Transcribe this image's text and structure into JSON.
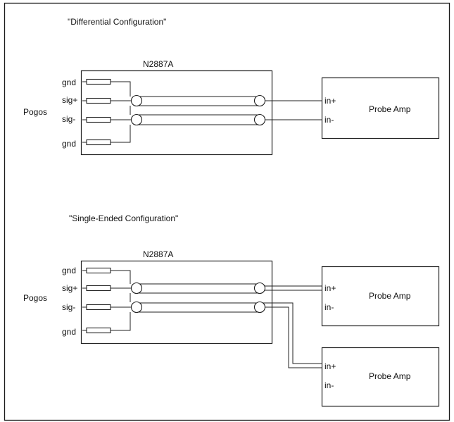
{
  "diagram": {
    "differential": {
      "title": "\"Differential Configuration\"",
      "module_label": "N2887A",
      "pogos_label": "Pogos",
      "pins": [
        "gnd",
        "sig+",
        "sig-",
        "gnd"
      ],
      "amp": {
        "label": "Probe Amp",
        "in_plus": "in+",
        "in_minus": "in-"
      }
    },
    "single_ended": {
      "title": "\"Single-Ended Configuration\"",
      "module_label": "N2887A",
      "pogos_label": "Pogos",
      "pins": [
        "gnd",
        "sig+",
        "sig-",
        "gnd"
      ],
      "amp1": {
        "label": "Probe Amp",
        "in_plus": "in+",
        "in_minus": "in-"
      },
      "amp2": {
        "label": "Probe Amp",
        "in_plus": "in+",
        "in_minus": "in-"
      }
    }
  }
}
